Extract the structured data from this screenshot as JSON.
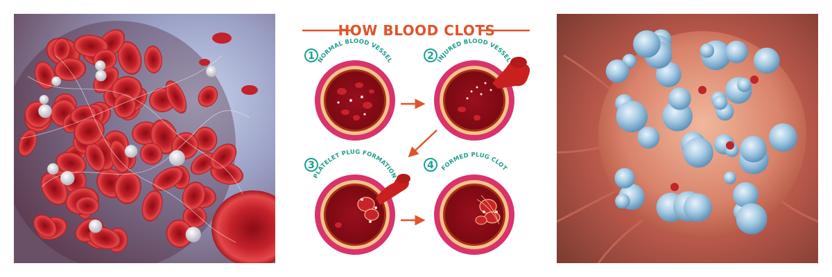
{
  "infographic": {
    "title": "HOW BLOOD CLOTS",
    "steps": [
      {
        "number": "1",
        "label": "NORMAL BLOOD VESSEL"
      },
      {
        "number": "2",
        "label": "INJURED BLOOD VESSEL"
      },
      {
        "number": "3",
        "label": "PLATELET PLUG FORMATION"
      },
      {
        "number": "4",
        "label": "FORMED PLUG CLOT"
      }
    ]
  },
  "colors": {
    "title": "#e1532b",
    "step_accent": "#1aa08d",
    "vessel_outer": "#d8336a",
    "vessel_wall": "#e7a35a",
    "vessel_lumen": "#a8141f",
    "arrow": "#e1532b"
  }
}
